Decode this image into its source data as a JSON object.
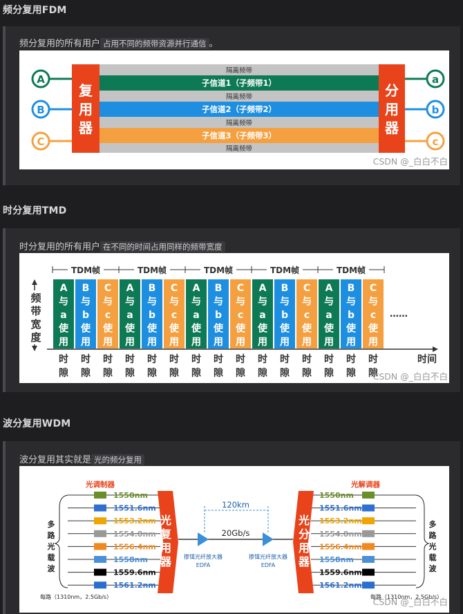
{
  "sections": [
    {
      "title": "频分复用FDM",
      "text": "频分复用的所有用户",
      "code": "占用不同的频带资源并行通信",
      "after": "。"
    },
    {
      "title": "时分复用TMD",
      "text": "时分复用的所有用户",
      "code": "在不同的时间占用同样的频带宽度",
      "after": ""
    },
    {
      "title": "波分复用WDM",
      "text": "波分复用其实就是",
      "code": "光的频分复用",
      "after": ""
    }
  ],
  "watermark": "CSDN @_白白不白",
  "fdm": {
    "left_labels": [
      "A",
      "B",
      "C"
    ],
    "right_labels": [
      "a",
      "b",
      "c"
    ],
    "mux": [
      "复",
      "用",
      "器"
    ],
    "demux": [
      "分",
      "用",
      "器"
    ],
    "guard": "隔离频带",
    "channels": [
      "子信道1（子频带1）",
      "子信道2（子频带2）",
      "子信道3（子频带3）"
    ],
    "colors": {
      "A": "#0e7a55",
      "B": "#1e8fe0",
      "C": "#f5a040",
      "mux": "#e8431a",
      "gray": "#c4c4c4"
    }
  },
  "tdm": {
    "frame": "TDM帧",
    "ylabel": [
      "频",
      "带",
      "宽",
      "度"
    ],
    "slots": [
      [
        "A",
        "与",
        "a",
        "使",
        "用"
      ],
      [
        "B",
        "与",
        "b",
        "使",
        "用"
      ],
      [
        "C",
        "与",
        "c",
        "使",
        "用"
      ]
    ],
    "slot_label": [
      "时",
      "隙"
    ],
    "time": "时间",
    "ellipsis": "……",
    "colors": [
      "#0e7a55",
      "#1e8fe0",
      "#f5a040"
    ]
  },
  "wdm": {
    "modulator": "光调制器",
    "demodulator": "光解调器",
    "left_side": [
      "多",
      "路",
      "光",
      "载",
      "波"
    ],
    "right_side": [
      "多",
      "路",
      "光",
      "载",
      "波"
    ],
    "left_mux": [
      "光",
      "复",
      "用",
      "器"
    ],
    "right_demux": [
      "光",
      "分",
      "用",
      "器"
    ],
    "wavelengths": [
      "1550nm",
      "1551.6nm",
      "1553.2nm",
      "1554.8nm",
      "1556.4nm",
      "1558nm",
      "1559.6nm",
      "1561.2nm"
    ],
    "wl_colors": [
      "#6a8f2a",
      "#2f6fd0",
      "#f0a500",
      "#999999",
      "#f08a20",
      "#4a90d8",
      "#000000",
      "#2a6fd0"
    ],
    "distance": "120km",
    "rate": "20Gb/s",
    "amp": "掺铒光纤放大器",
    "edfa": "EDFA",
    "footer": "每路（1310nm，2.5Gb/s）"
  }
}
